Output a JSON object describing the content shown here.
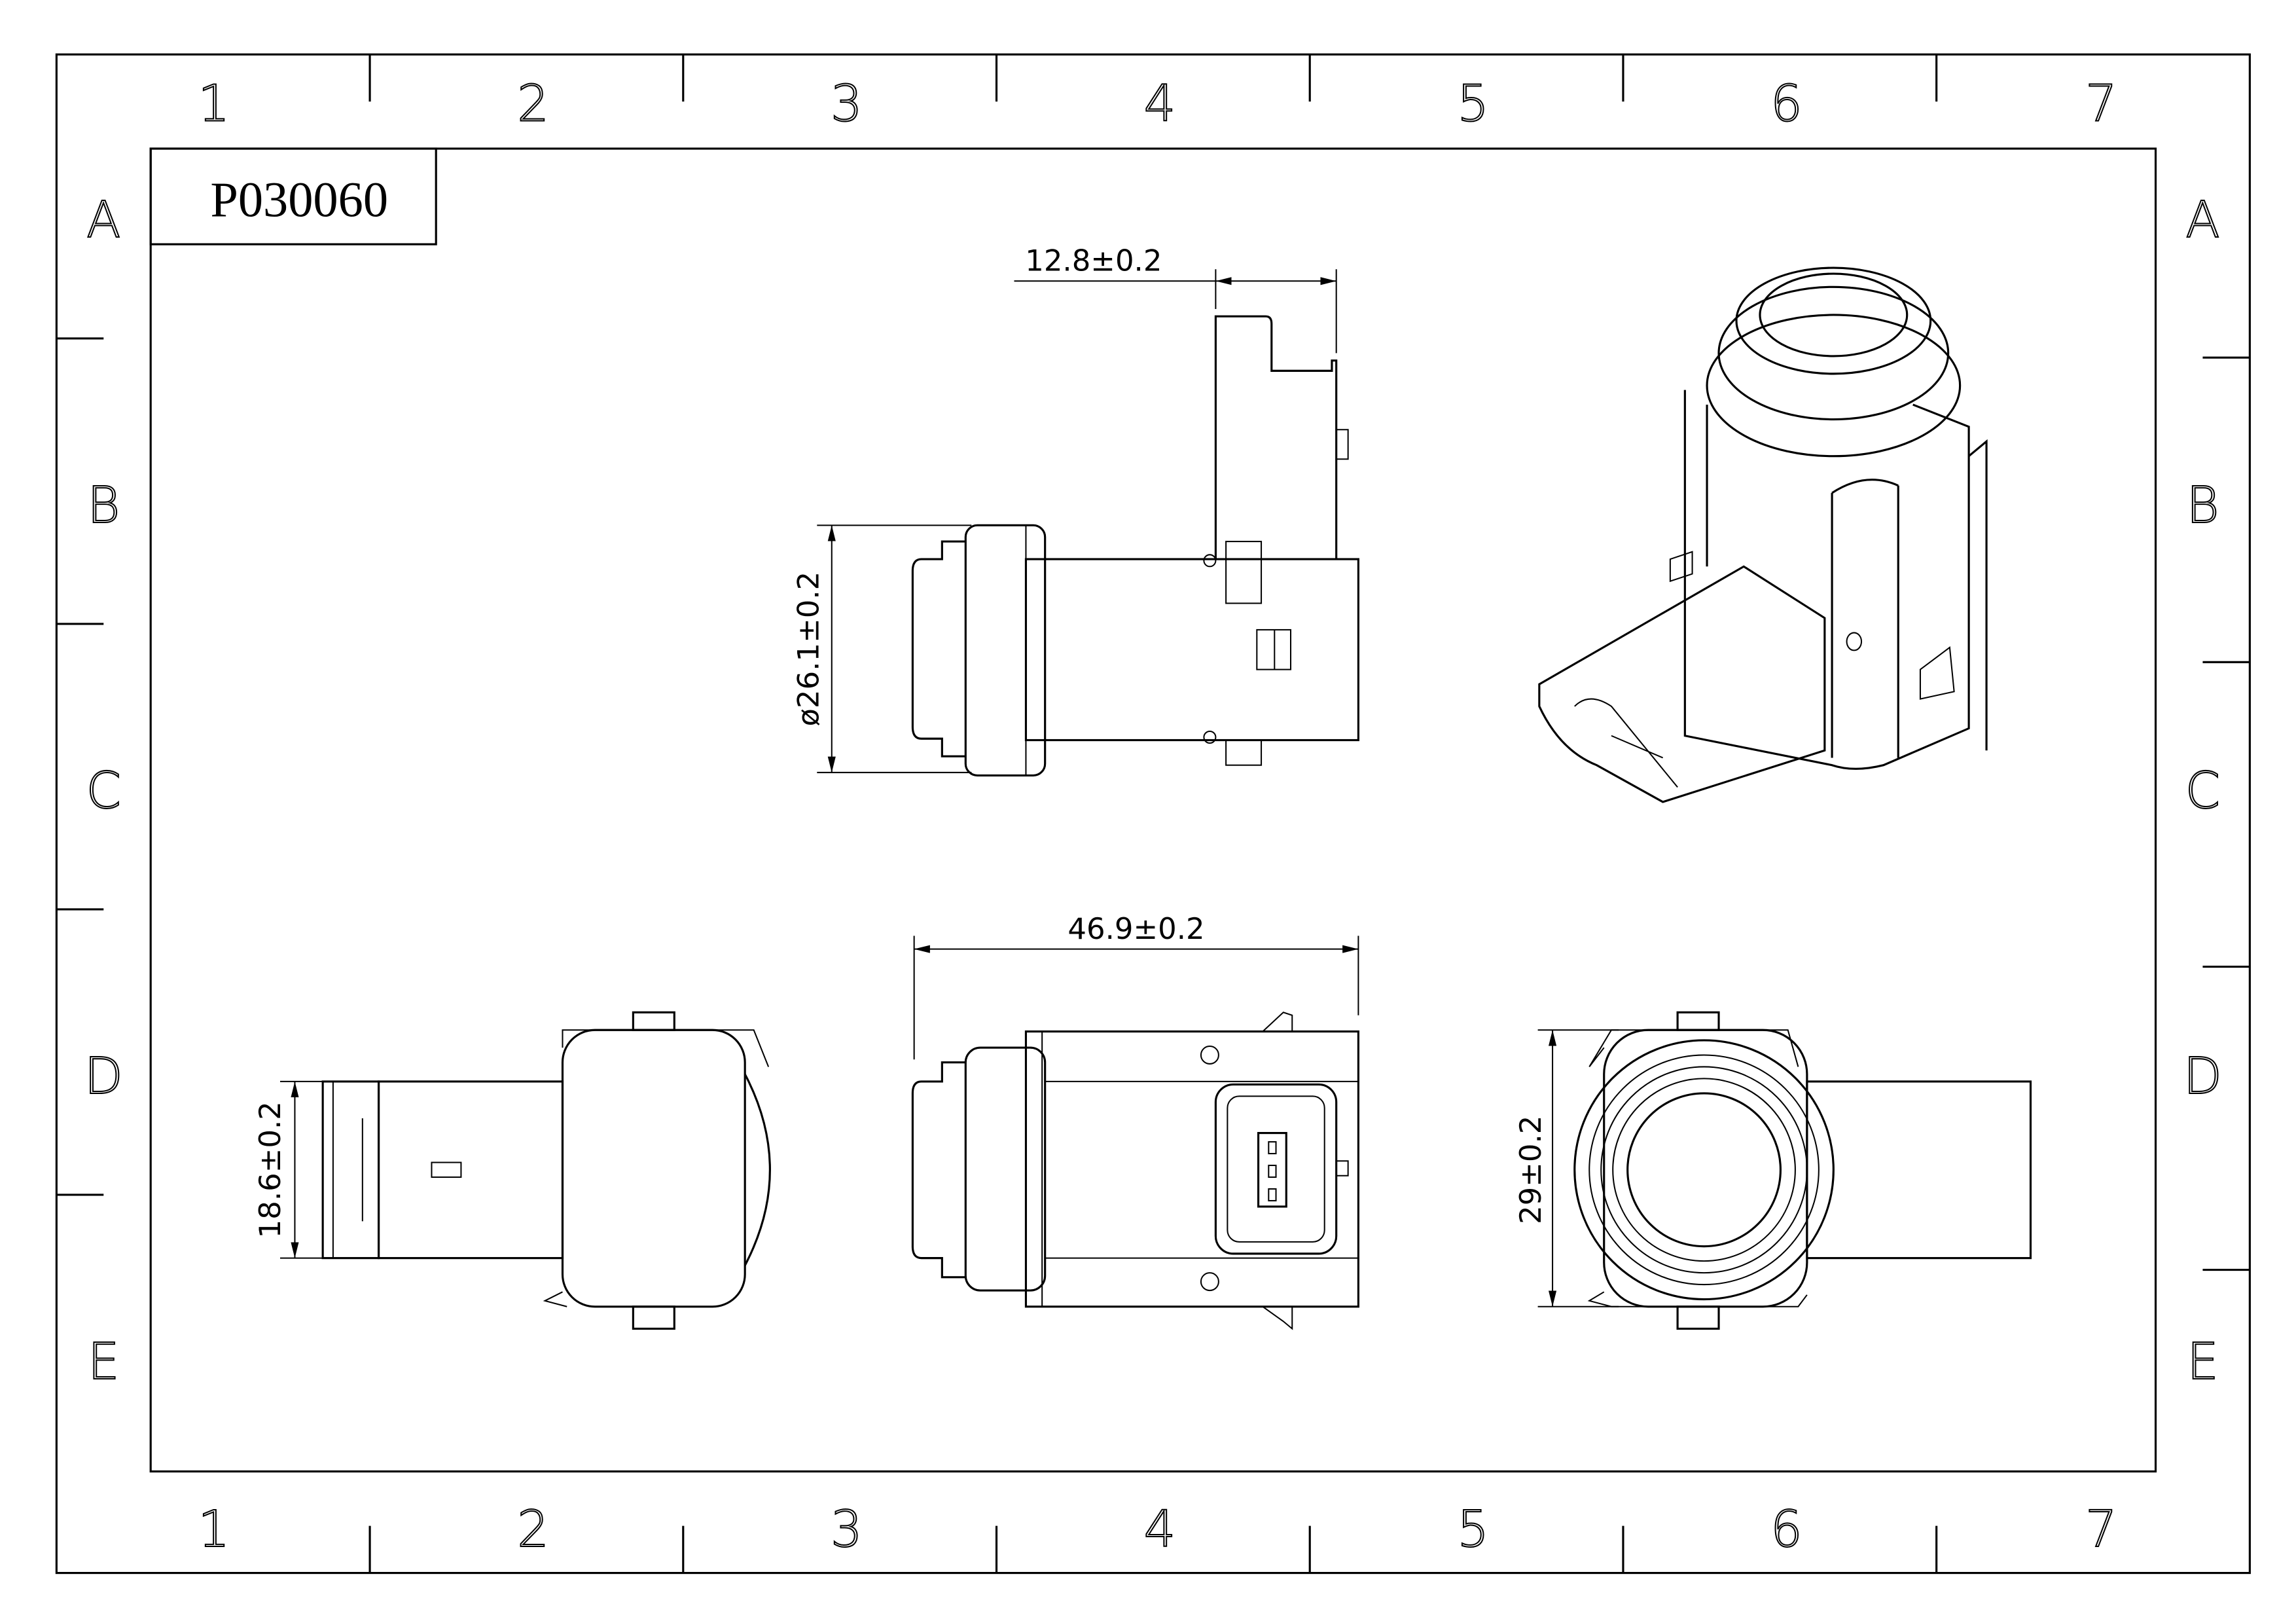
{
  "title_block": {
    "part_number": "P030060"
  },
  "frame": {
    "columns": [
      "1",
      "2",
      "3",
      "4",
      "5",
      "6",
      "7"
    ],
    "rows": [
      "A",
      "B",
      "C",
      "D",
      "E"
    ]
  },
  "dimensions": {
    "side_depth": "12.8±0.2",
    "head_diameter": "ø26.1±0.2",
    "overall_length": "46.9±0.2",
    "connector_height": "18.6±0.2",
    "head_height": "29±0.2"
  }
}
